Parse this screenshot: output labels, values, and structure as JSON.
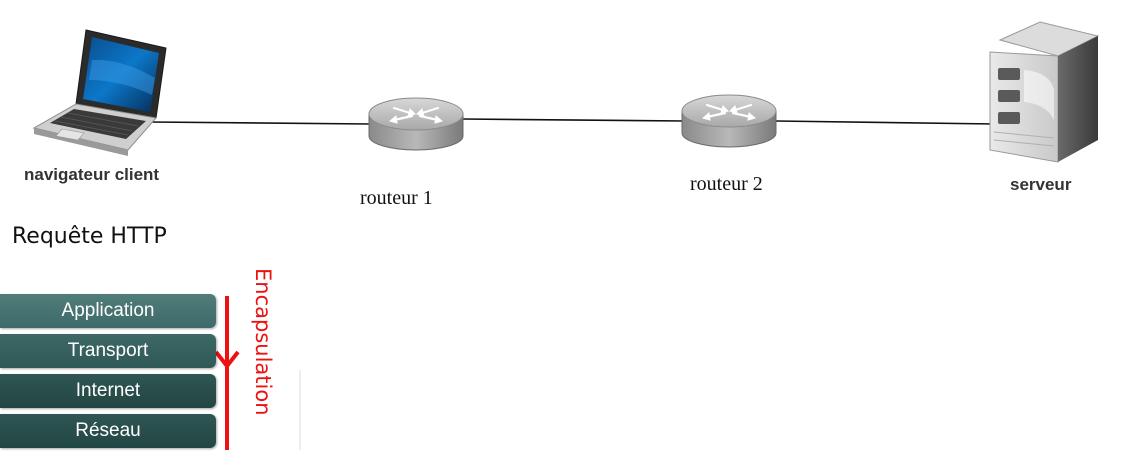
{
  "devices": {
    "client_label": "navigateur client",
    "router1_label": "routeur 1",
    "router2_label": "routeur 2",
    "server_label": "serveur"
  },
  "request": {
    "title": "Requête HTTP",
    "layers": [
      {
        "label": "Application"
      },
      {
        "label": "Transport"
      },
      {
        "label": "Internet"
      },
      {
        "label": "Réseau"
      }
    ],
    "arrow_label": "Encapsulation"
  },
  "colors": {
    "arrow": "#ee1111",
    "link": "#111111",
    "layer_dark": "#2f5957"
  },
  "icons": {
    "client": "laptop-icon",
    "router": "router-icon",
    "server": "server-icon"
  }
}
